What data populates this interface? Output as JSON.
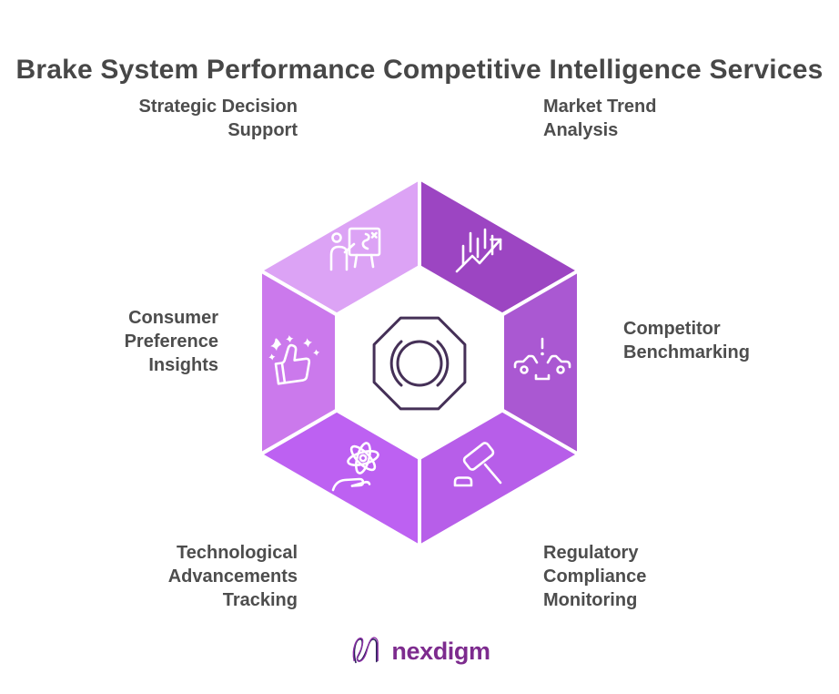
{
  "title": "Brake System Performance Competitive Intelligence Services",
  "diagram": {
    "name": "brake-system-competitive-intelligence-hexagon",
    "center": {
      "icon": "brake-disc-icon",
      "color": "#453057"
    },
    "segments": [
      {
        "label": "Strategic Decision Support",
        "icon": "presentation-board-icon",
        "color": "#dca3f5",
        "position": "top-left"
      },
      {
        "label": "Market Trend Analysis",
        "icon": "trend-arrow-icon",
        "color": "#9c45c2",
        "position": "top-right"
      },
      {
        "label": "Consumer Preference Insights",
        "icon": "thumbs-up-icon",
        "color": "#cb79ec",
        "position": "left"
      },
      {
        "label": "Competitor Benchmarking",
        "icon": "cars-comparison-icon",
        "color": "#aa58d2",
        "position": "right"
      },
      {
        "label": "Technological Advancements Tracking",
        "icon": "atom-hand-icon",
        "color": "#bd61f2",
        "position": "bottom-left"
      },
      {
        "label": "Regulatory Compliance Monitoring",
        "icon": "gavel-icon",
        "color": "#b75ee9",
        "position": "bottom-right"
      }
    ]
  },
  "footer": {
    "logo_text": "nexdigm",
    "logo_color": "#7d2b8e",
    "logo_mark": "nexdigm-n-mark"
  }
}
